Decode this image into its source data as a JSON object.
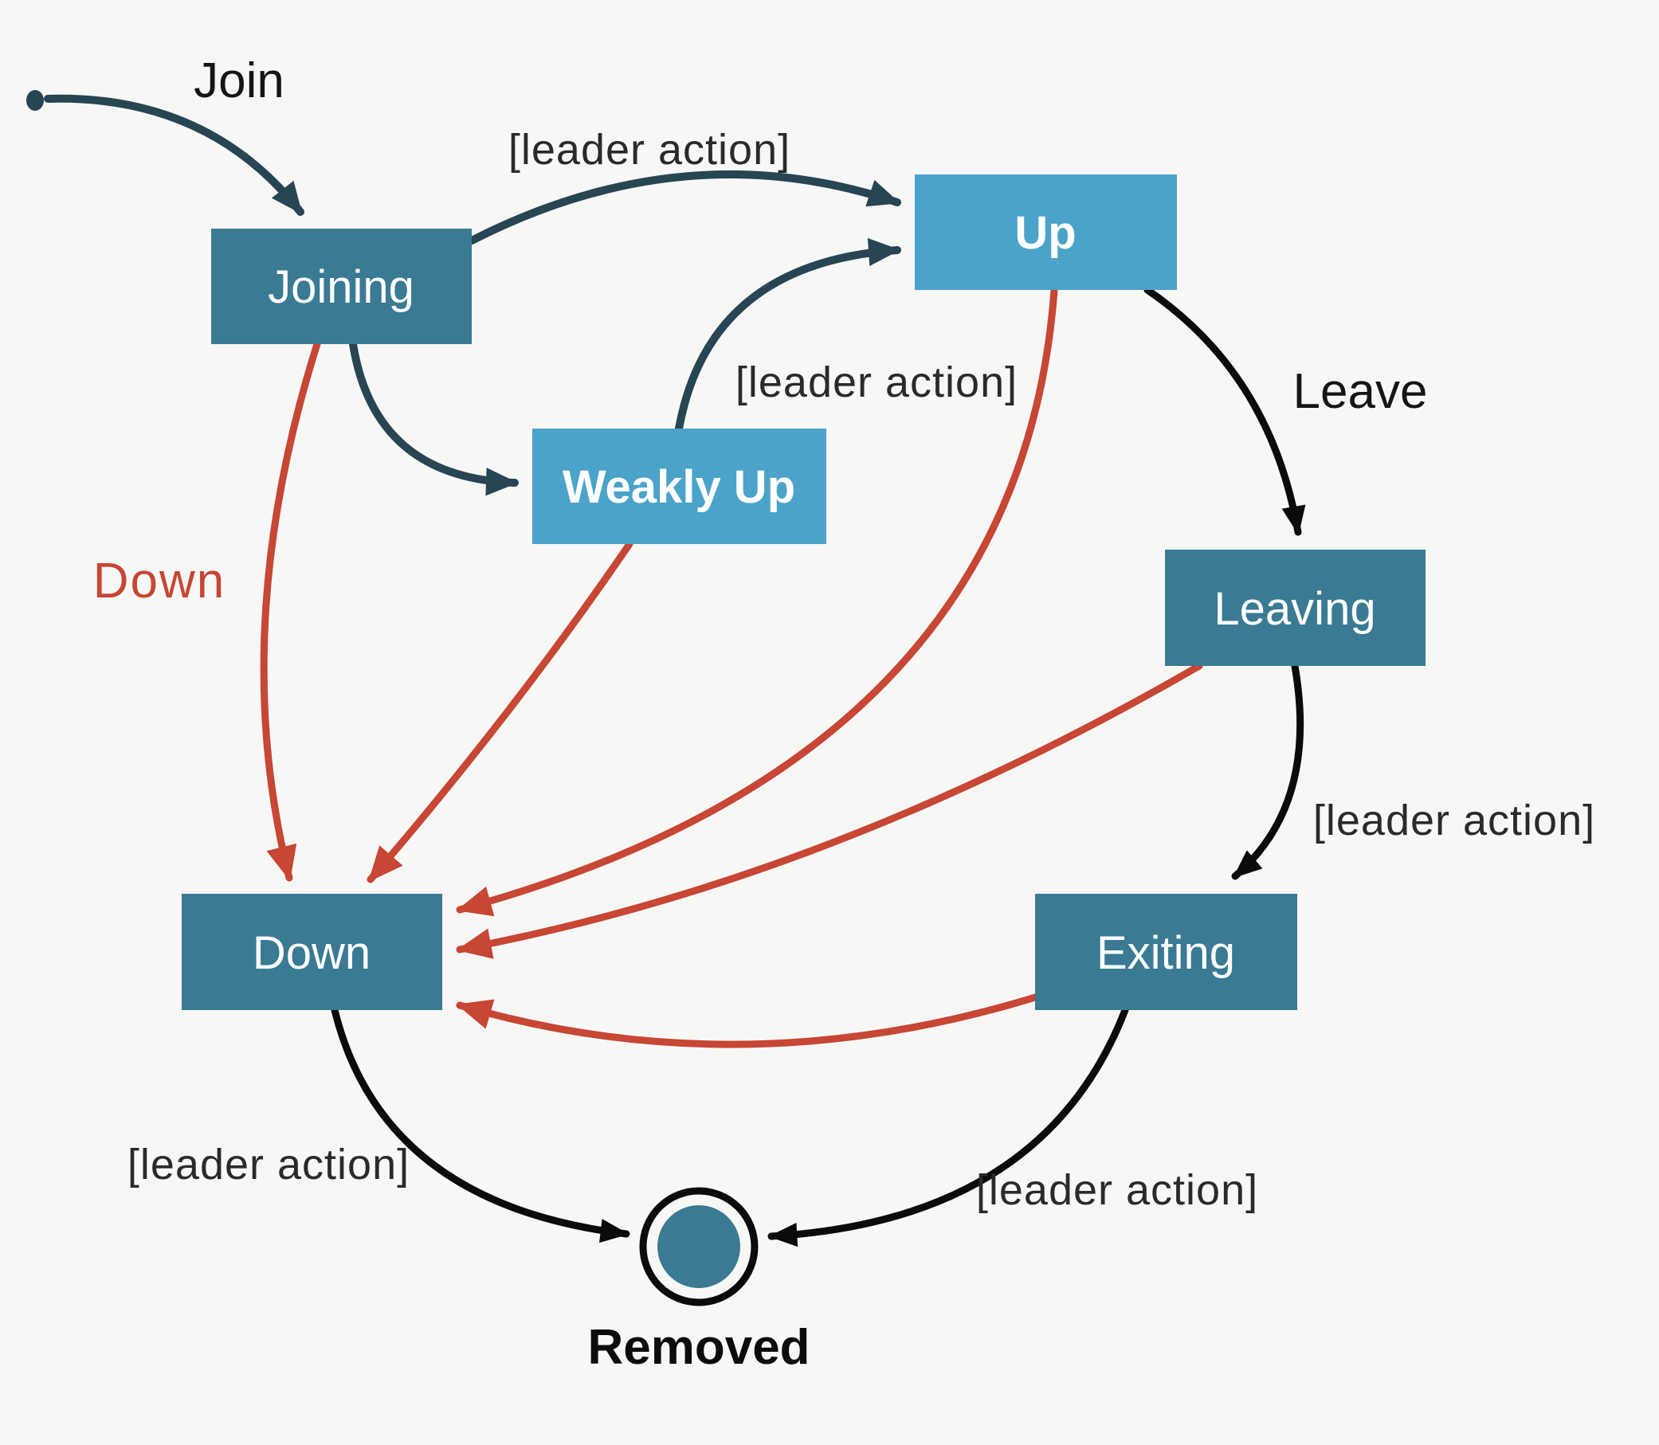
{
  "diagram_type": "state-machine",
  "subject": "cluster membership lifecycle",
  "colors": {
    "background": "#f7f7f6",
    "state_fill_dark": "#3a7a93",
    "state_fill_light": "#4ba3c9",
    "state_text": "#ffffff",
    "arrow_dark": "#274553",
    "arrow_black": "#0b0b0b",
    "arrow_red": "#c74634",
    "label_text": "#151515",
    "removed_ring": "#0b0b0b"
  },
  "nodes": {
    "start": {
      "label": "",
      "kind": "initial-dot"
    },
    "joining": {
      "label": "Joining",
      "kind": "state-dark"
    },
    "up": {
      "label": "Up",
      "kind": "state-light"
    },
    "weakly_up": {
      "label": "Weakly Up",
      "kind": "state-light"
    },
    "leaving": {
      "label": "Leaving",
      "kind": "state-dark"
    },
    "exiting": {
      "label": "Exiting",
      "kind": "state-dark"
    },
    "down": {
      "label": "Down",
      "kind": "state-dark"
    },
    "removed": {
      "label": "Removed",
      "kind": "final-double-circle"
    }
  },
  "labels": {
    "join": "Join",
    "leave": "Leave",
    "down": "Down",
    "leader_action": "[leader action]",
    "removed": "Removed"
  },
  "edges": [
    {
      "from": "start",
      "to": "joining",
      "label": "Join",
      "color": "dark"
    },
    {
      "from": "joining",
      "to": "up",
      "label": "[leader action]",
      "color": "dark"
    },
    {
      "from": "joining",
      "to": "weakly_up",
      "label": "",
      "color": "dark"
    },
    {
      "from": "weakly_up",
      "to": "up",
      "label": "[leader action]",
      "color": "dark"
    },
    {
      "from": "up",
      "to": "leaving",
      "label": "Leave",
      "color": "black"
    },
    {
      "from": "leaving",
      "to": "exiting",
      "label": "[leader action]",
      "color": "black"
    },
    {
      "from": "joining",
      "to": "down",
      "label": "Down",
      "color": "red"
    },
    {
      "from": "weakly_up",
      "to": "down",
      "label": "Down",
      "color": "red"
    },
    {
      "from": "up",
      "to": "down",
      "label": "Down",
      "color": "red"
    },
    {
      "from": "leaving",
      "to": "down",
      "label": "Down",
      "color": "red"
    },
    {
      "from": "exiting",
      "to": "down",
      "label": "Down",
      "color": "red"
    },
    {
      "from": "down",
      "to": "removed",
      "label": "[leader action]",
      "color": "black"
    },
    {
      "from": "exiting",
      "to": "removed",
      "label": "[leader action]",
      "color": "black"
    }
  ]
}
